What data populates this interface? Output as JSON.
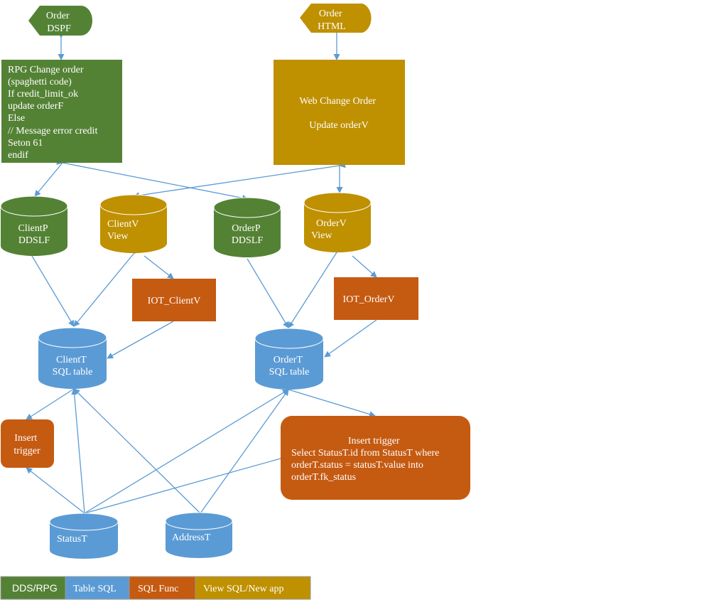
{
  "colors": {
    "dds_green": "#548235",
    "table_blue": "#5b9bd5",
    "func_orange": "#c55a11",
    "view_gold": "#bf9000",
    "edge_blue": "#5b9bd5",
    "white": "#ffffff"
  },
  "nodes": {
    "order_dspf": {
      "lines": [
        "Order",
        "DSPF"
      ]
    },
    "order_html": {
      "lines": [
        "Order",
        "HTML"
      ]
    },
    "rpg_change": {
      "lines": [
        "RPG Change order",
        "(spaghetti code)",
        "If credit_limit_ok",
        "update orderF",
        "Else",
        "// Message error credit",
        "Seton 61",
        "endif"
      ]
    },
    "web_change": {
      "lines": [
        "Web Change Order",
        "",
        "Update orderV"
      ]
    },
    "clientp": {
      "lines": [
        "ClientP",
        "DDSLF"
      ]
    },
    "clientv": {
      "lines": [
        "ClientV",
        "View"
      ]
    },
    "orderp": {
      "lines": [
        "OrderP",
        "DDSLF"
      ]
    },
    "orderv": {
      "lines": [
        "OrderV",
        "View"
      ]
    },
    "iot_clientv": {
      "lines": [
        "IOT_ClientV"
      ]
    },
    "iot_orderv": {
      "lines": [
        "IOT_OrderV"
      ]
    },
    "clientt": {
      "lines": [
        "ClientT",
        "SQL table"
      ]
    },
    "ordert": {
      "lines": [
        "OrderT",
        "SQL table"
      ]
    },
    "insert_trigger_small": {
      "lines": [
        "Insert",
        "trigger"
      ]
    },
    "insert_trigger_big": {
      "lines": [
        "Insert trigger",
        "Select StatusT.id from StatusT where",
        "orderT.status = statusT.value into",
        "orderT.fk_status"
      ]
    },
    "statust": {
      "lines": [
        "StatusT"
      ]
    },
    "addresst": {
      "lines": [
        "AddressT"
      ]
    }
  },
  "legend": [
    {
      "label": "DDS/RPG",
      "color": "#548235"
    },
    {
      "label": "Table SQL",
      "color": "#5b9bd5"
    },
    {
      "label": "SQL Func",
      "color": "#c55a11"
    },
    {
      "label": "View SQL/New app",
      "color": "#bf9000"
    }
  ]
}
